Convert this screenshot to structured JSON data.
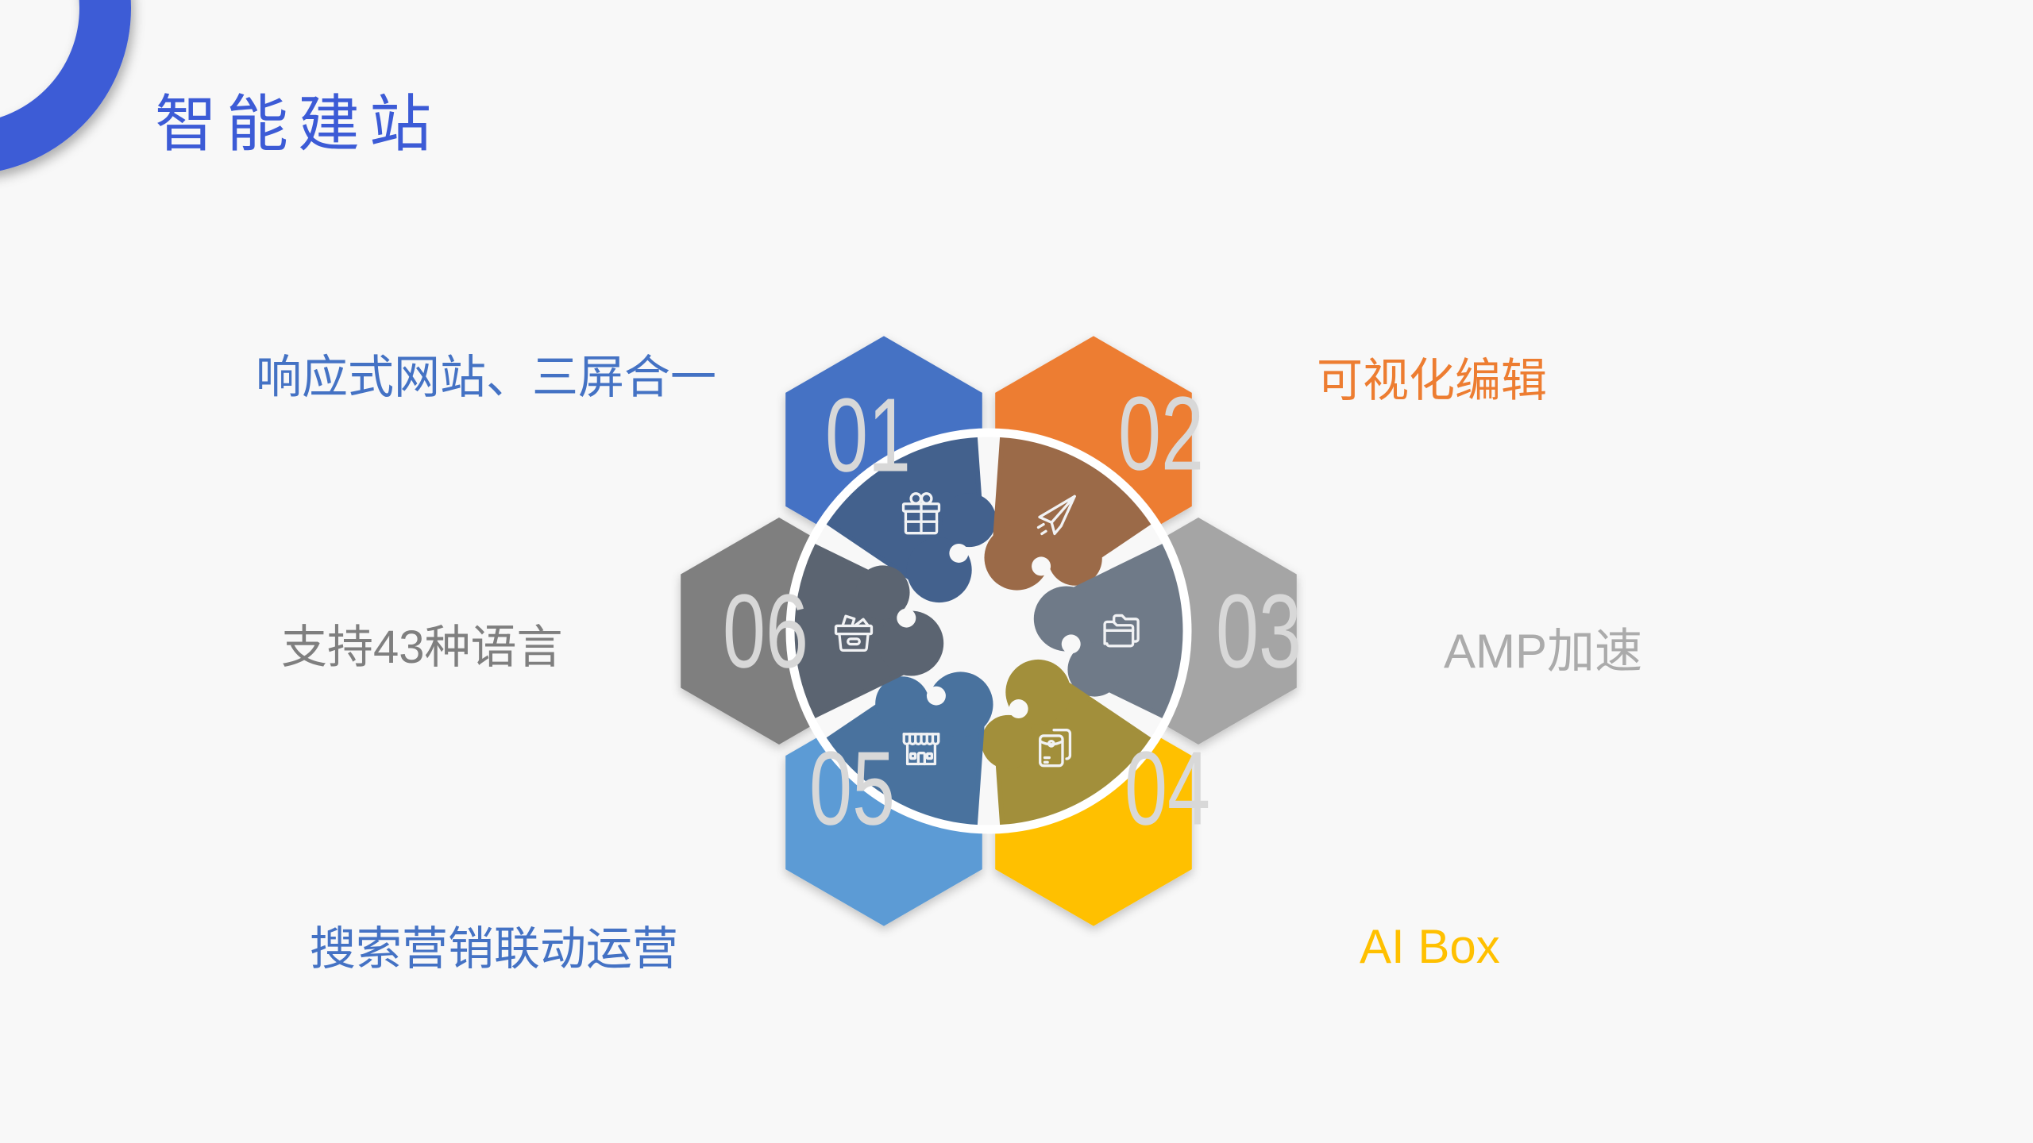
{
  "title": "智能建站",
  "background_color": "#F8F8F8",
  "accent_color": "#3C5BD6",
  "diagram": {
    "ring_color": "#FFFFFF",
    "number_color": "#D8D8D8",
    "icon_stroke": "#F1F2F4",
    "segments": [
      {
        "number": "01",
        "label": "响应式网站、三屏合一",
        "label_color": "#4472C4",
        "hex_color": "#4472C4",
        "piece_color": "#43618D",
        "icon": "gift-icon"
      },
      {
        "number": "02",
        "label": "可视化编辑",
        "label_color": "#ED7D31",
        "hex_color": "#ED7D31",
        "piece_color": "#9B6A48",
        "icon": "paper-plane-icon"
      },
      {
        "number": "03",
        "label": "AMP加速",
        "label_color": "#ABABAB",
        "hex_color": "#A5A5A5",
        "piece_color": "#6F7A88",
        "icon": "folder-icon"
      },
      {
        "number": "04",
        "label": "AI Box",
        "label_color": "#FFC000",
        "hex_color": "#FFC000",
        "piece_color": "#A28F3B",
        "icon": "envelope-icon"
      },
      {
        "number": "05",
        "label": "搜索营销联动运营",
        "label_color": "#4472C4",
        "hex_color": "#5B9BD5",
        "piece_color": "#49729E",
        "icon": "storefront-icon"
      },
      {
        "number": "06",
        "label": "支持43种语言",
        "label_color": "#7F7F7F",
        "hex_color": "#7F7F7F",
        "piece_color": "#5B6471",
        "icon": "storage-box-icon"
      }
    ]
  }
}
